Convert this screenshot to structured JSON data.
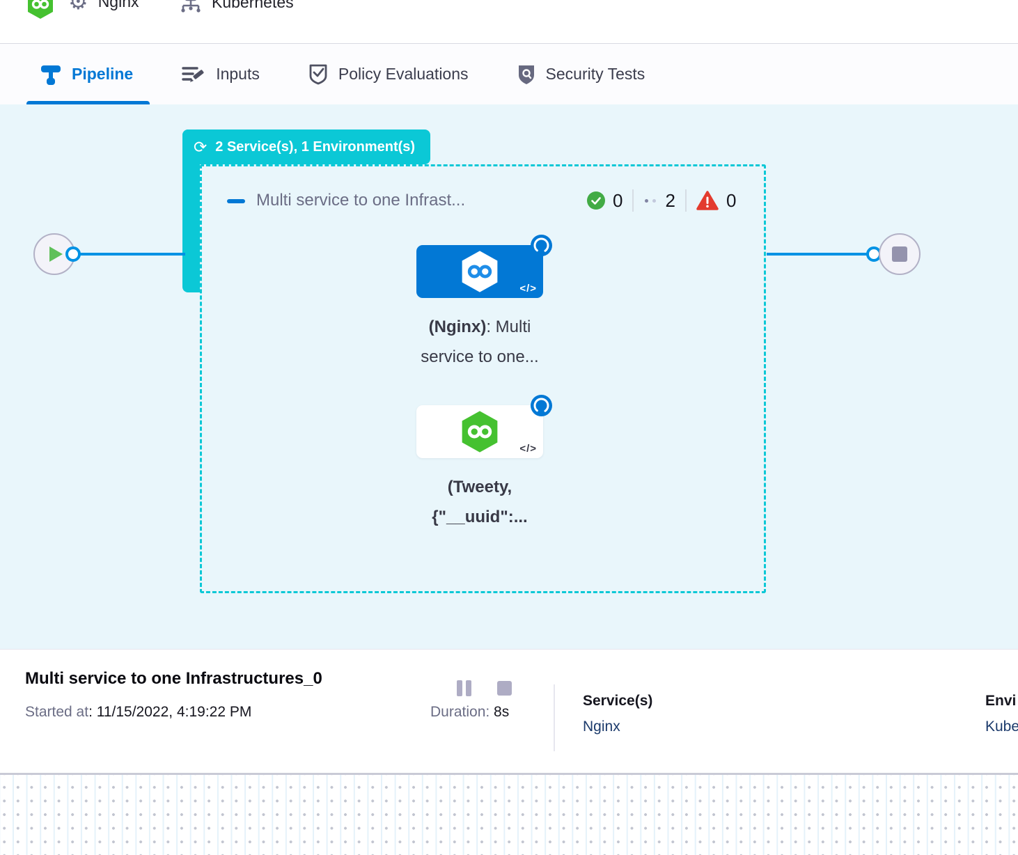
{
  "header": {
    "pipeline_name": "Nginx",
    "environment_name": "Kubernetes"
  },
  "tabs": [
    {
      "label": "Pipeline",
      "active": true
    },
    {
      "label": "Inputs",
      "active": false
    },
    {
      "label": "Policy Evaluations",
      "active": false
    },
    {
      "label": "Security Tests",
      "active": false
    }
  ],
  "canvas": {
    "stage_badge_text": "2 Service(s), 1 Environment(s)",
    "stage_title": "Multi service to one Infrast...",
    "counters": {
      "success": "0",
      "running": "2",
      "failed": "0"
    },
    "nodes": [
      {
        "name_bold": "(Nginx)",
        "name_rest": ": Multi",
        "line2": "service to one..."
      },
      {
        "line1": "(Tweety,",
        "line2": "{\"__uuid\":..."
      }
    ]
  },
  "icons": {
    "refresh": "⟳",
    "gear": "⚙",
    "code": "</>"
  },
  "footer": {
    "title": "Multi service to one Infrastructures_0",
    "started_label": "Started at",
    "started_value": ": 11/15/2022, 4:19:22 PM",
    "duration_label": "Duration:",
    "duration_value": " 8s",
    "services_label": "Service(s)",
    "services_value": "Nginx",
    "environment_label_cut": "Envi",
    "environment_value_cut": "Kube"
  },
  "colors": {
    "accent_blue": "#0278d5",
    "edge_blue": "#0092e4",
    "teal": "#0bc8d6",
    "canvas_bg": "#e9f6fb",
    "success_green": "#42ab45",
    "error_red": "#e33b2e",
    "link_navy": "#1b3a6b"
  }
}
